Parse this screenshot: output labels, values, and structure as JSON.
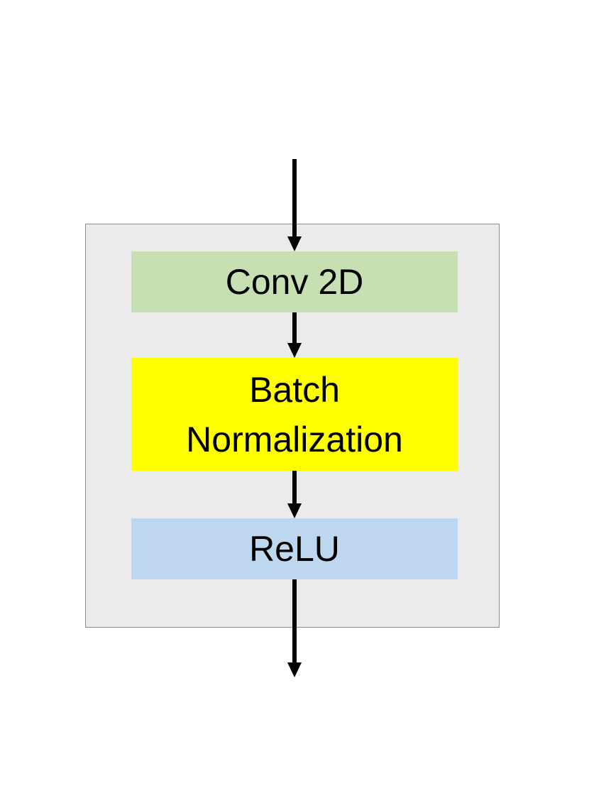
{
  "diagram": {
    "colors": {
      "container_fill": "#ebebeb",
      "container_border": "#8c8c8c",
      "arrow": "#000000"
    },
    "layers": [
      {
        "id": "conv",
        "line1": "Conv 2D",
        "line2": "",
        "color": "#c6e0b4"
      },
      {
        "id": "bn",
        "line1": "Batch",
        "line2": "Normalization",
        "color": "#ffff00"
      },
      {
        "id": "relu",
        "line1": "ReLU",
        "line2": "",
        "color": "#bdd7ee"
      }
    ]
  }
}
